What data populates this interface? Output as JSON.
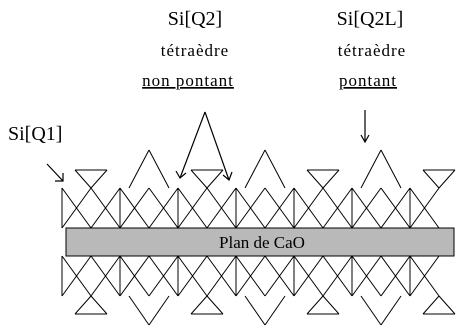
{
  "labels": {
    "q1": "Si[Q1]",
    "q2_title": "Si[Q2]",
    "q2_sub": "tétraèdre",
    "q2_under": "non pontant",
    "q2l_title": "Si[Q2L]",
    "q2l_sub": "tétraèdre",
    "q2l_under": "pontant"
  },
  "plan_label": "Plan de CaO",
  "colors": {
    "plan_fill": "#b9b9b9",
    "lines": "#000000"
  }
}
